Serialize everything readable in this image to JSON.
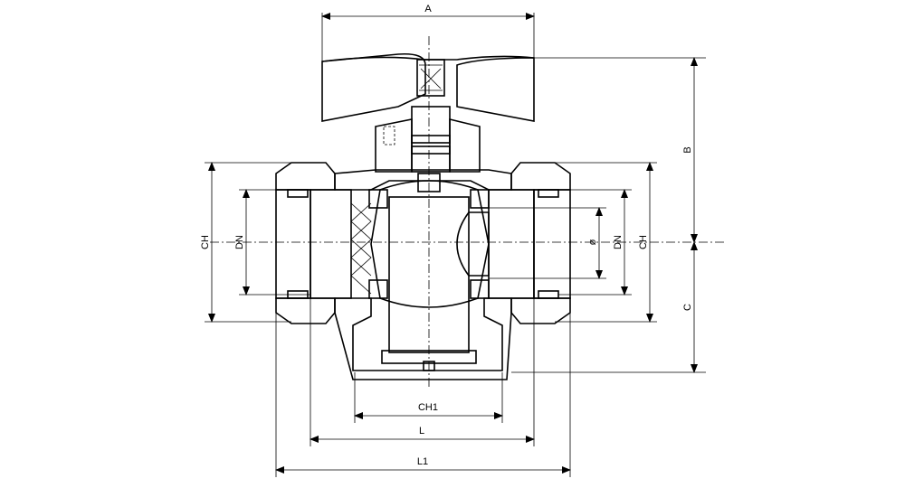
{
  "labels": {
    "a": "A",
    "b": "B",
    "c": "C",
    "ch_left": "CH",
    "dn_left": "DN",
    "phi": "ø",
    "dn_right": "DN",
    "ch_right": "CH",
    "ch1": "CH1",
    "l": "L",
    "l1": "L1"
  }
}
